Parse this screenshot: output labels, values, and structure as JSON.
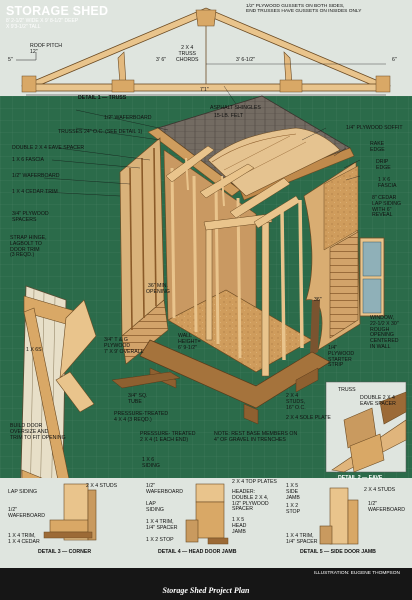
{
  "title": "STORAGE SHED",
  "subtitle": "8' 2-1/2\" WIDE X 9' 8-1/2\" DEEP\nX 9'3-1/2\" TALL",
  "truss_detail": {
    "gussets_note": "1/2\" PLYWOOD GUSSETS ON BOTH SIDES,\nEND TRUSSES HAVE GUSSETS ON INSIDES ONLY",
    "roof_pitch": "ROOF PITCH\n12\"",
    "pitch_value": "5\"",
    "chords": "2 X 4\nTRUSS\nCHORDS",
    "dim_left": "3' 6\"",
    "dim_right": "3' 6-1/2\"",
    "dim_right_end": "6\"",
    "dim_overall": "7'1\"",
    "label": "DETAIL 1 — TRUSS"
  },
  "callouts": {
    "asphalt_shingles": "ASPHALT SHINGLES",
    "felt": "15-LB. FELT",
    "waferboard_roof": "1/2\" WAFERBOARD",
    "trusses": "TRUSSES 24\" O.C. (SEE DETAIL 1)",
    "double_eave_spacer": "DOUBLE 2 X 4 EAVE SPACER",
    "fascia_left": "1 X 6 FASCIA",
    "waferboard_left": "1/2\" WAFERBOARD",
    "cedar_trim": "1 X 4 CEDAR TRIM",
    "plywood_spacers": "3/4\" PLYWOOD\nSPACERS",
    "strap_hinge": "STRAP HINGE,\nLAGBOLT TO\nDOOR TRIM\n(3 REQD.)",
    "one_x_six": "1 X 6s",
    "soffit": "1/4\" PLYWOOD SOFFIT",
    "rake_edge": "RAKE\nEDGE",
    "drip_edge": "DRIP\nEDGE",
    "fascia_right": "1 X 6\nFASCIA",
    "cedar_siding": "8\" CEDAR\nLAP SIDING\nWITH 6\"\nREVEAL",
    "min_opening": "36\" MIN.\nOPENING",
    "floor": "3/4\" T & G\nPLYWOOD\n7' X 9' OVERALL",
    "wall_height": "WALL\nHEIGHT=\n6' 9-1/2\"",
    "dim_36": "36\"",
    "window": "WINDOW,\n22-1/2 X 30\"\nROUGH\nOPENING\nCENTERED\nIN WALL",
    "starter_strip": "1/4\"\nPLYWOOD\nSTARTER\nSTRIP",
    "sq_tube": "3/4\" SQ.\nTUBE",
    "pt_skids": "PRESSURE-TREATED\n4 X 4 (3 REQD.)",
    "pt_end": "PRESSURE- TREATED\n2 X 4 (1 EACH END)",
    "studs": "2 X 4\nSTUDS,\n16\" O.C.",
    "sole_plate": "2 X 4 SOLE PLATE",
    "note": "NOTE: REST BASE MEMBERS ON\n4\" OF GRAVEL IN TRENCHES",
    "door_note": "BUILD DOOR\nOVERSIZE AND\nTRIM TO FIT OPENING"
  },
  "detail_eave": {
    "truss": "TRUSS",
    "spacer": "DOUBLE 2 X 4\nEAVE SPACER",
    "label": "DETAIL 2 — EAVE"
  },
  "detail_corner": {
    "lap_siding": "LAP SIDING",
    "studs": "2 X 4 STUDS",
    "waferboard": "1/2\"\nWAFERBOARD",
    "trim": "1 X 4 TRIM,\n1 X 4 CEDAR",
    "label": "DETAIL 3 — CORNER"
  },
  "detail_head": {
    "one_x_six_siding": "1 X 6\nSIDING",
    "waferboard": "1/2\"\nWAFERBOARD",
    "lap_siding": "LAP\nSIDING",
    "trim": "1 X 4 TRIM,\n1/4\" SPACER",
    "stop": "1 X 2 STOP",
    "top_plates": "2 X 4 TOP PLATES",
    "header": "HEADER:\nDOUBLE 2 X 4,\n1/2\" PLYWOOD\nSPACER",
    "jamb": "1 X 5\nHEAD\nJAMB",
    "label": "DETAIL 4 — HEAD DOOR JAMB"
  },
  "detail_side": {
    "side_jamb": "1 X 5\nSIDE\nJAMB",
    "stop": "1 X 2\nSTOP",
    "studs": "2 X 4 STUDS",
    "waferboard": "1/2\"\nWAFERBOARD",
    "trim": "1 X 4 TRIM,\n1/4\" SPACER",
    "label": "DETAIL 5 — SIDE DOOR JAMB"
  },
  "footer": {
    "title": "Storage Shed Project Plan",
    "credit": "ILLUSTRATION: EUGENE THOMPSON"
  },
  "colors": {
    "background_green": "#2b6b4a",
    "blueprint": "#dfe5df",
    "wood_light": "#e6c28e",
    "wood_mid": "#c99a5f",
    "wood_dark": "#9c6a36",
    "shingle": "#6f6860",
    "footer": "#161616"
  }
}
